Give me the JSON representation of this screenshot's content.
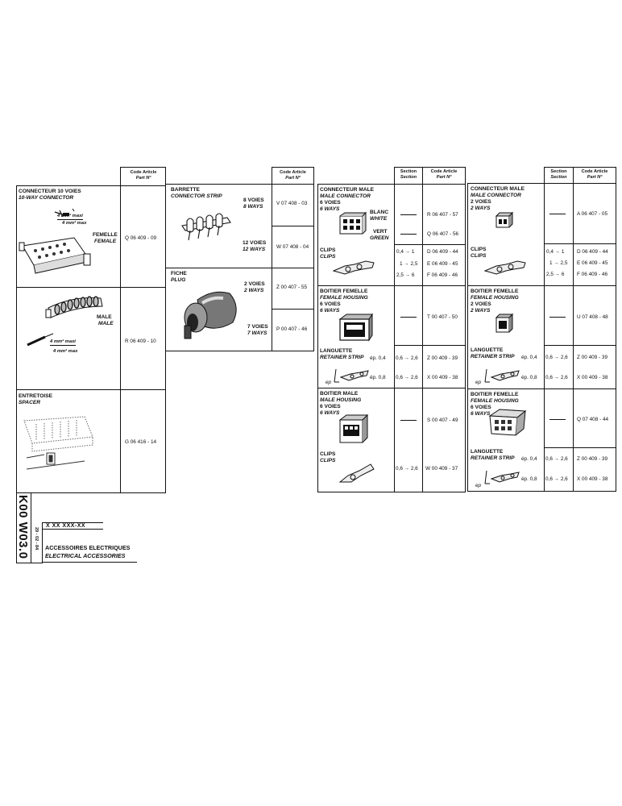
{
  "header": {
    "code_article": "Code Article",
    "part_no": "Part Nº",
    "section_fr": "Section",
    "section_en": "Section"
  },
  "panel1": {
    "title_fr": "CONNECTEUR 10 VOIES",
    "title_en": "10-WAY CONNECTOR",
    "wire_top_1": "4 mm² maxi",
    "wire_top_2": "4 mm² max",
    "femelle_fr": "FEMELLE",
    "femelle_en": "FEMALE",
    "femelle_code": "Q 06 409 - 09",
    "male_fr": "MALE",
    "male_en": "MALE",
    "male_code": "R 06 409 - 10",
    "wire_bot_1": "4 mm² maxi",
    "wire_bot_2": "4 mm² max",
    "spacer_fr": "ENTRETOISE",
    "spacer_en": "SPACER",
    "spacer_code": "G 06 416 - 14"
  },
  "panel2": {
    "strip_fr": "BARRETTE",
    "strip_en": "CONNECTOR STRIP",
    "s8_fr": "8 VOIES",
    "s8_en": "8 WAYS",
    "s8_code": "V 07 408 - 03",
    "s12_fr": "12 VOIES",
    "s12_en": "12 WAYS",
    "s12_code": "W 07 408 - 04",
    "plug_fr": "FICHE",
    "plug_en": "PLUG",
    "p2_fr": "2 VOIES",
    "p2_en": "2 WAYS",
    "p2_code": "Z 00 407 - 55",
    "p7_fr": "7 VOIES",
    "p7_en": "7 WAYS",
    "p7_code": "P 00 407 - 46"
  },
  "panel3": {
    "mc_fr": "CONNECTEUR MALE",
    "mc_en": "MALE CONNECTOR",
    "mc_ways_fr": "6 VOIES",
    "mc_ways_en": "6 WAYS",
    "blanc": "BLANC",
    "white": "WHITE",
    "blanc_code": "R 06 407 - 57",
    "vert": "VERT",
    "green": "GREEN",
    "vert_code": "Q 06 407 - 56",
    "clips_fr": "CLIPS",
    "clips_en": "CLIPS",
    "c1_sec": "0,4 → 1",
    "c1_code": "D 06 409 - 44",
    "c2_sec": "1 → 2,5",
    "c2_code": "E 06 409 - 45",
    "c3_sec": "2,5 → 6",
    "c3_code": "F 06 409 - 46",
    "fh_fr": "BOITIER FEMELLE",
    "fh_en": "FEMALE HOUSING",
    "fh_ways_fr": "6 VOIES",
    "fh_ways_en": "6 WAYS",
    "fh_code": "T 00 407 - 50",
    "rs_fr": "LANGUETTE",
    "rs_en": "RETAINER STRIP",
    "rs1_ep": "ép. 0,4",
    "rs1_sec": "0,6 → 2,6",
    "rs1_code": "Z 00 409 - 39",
    "rs2_ep": "ép. 0,8",
    "rs2_sec": "0,6 → 2,6",
    "rs2_code": "X 00 409 - 38",
    "ep": "ep",
    "mh_fr": "BOITIER MALE",
    "mh_en": "MALE HOUSING",
    "mh_ways_fr": "6 VOIES",
    "mh_ways_en": "6 WAYS",
    "mh_code": "S 00 407 - 49",
    "clips2_fr": "CLIPS",
    "clips2_en": "CLIPS",
    "cl2_sec": "0,6 → 2,6",
    "cl2_code": "W 00 409 - 37"
  },
  "panel4": {
    "mc_fr": "CONNECTEUR MALE",
    "mc_en": "MALE CONNECTOR",
    "mc_ways_fr": "2 VOIES",
    "mc_ways_en": "2 WAYS",
    "mc_code": "A 06 407 - 05",
    "clips_fr": "CLIPS",
    "clips_en": "CLIPS",
    "c1_sec": "0,4 → 1",
    "c1_code": "D 06 409 - 44",
    "c2_sec": "1 → 2,5",
    "c2_code": "E 06 409 - 45",
    "c3_sec": "2,5 → 6",
    "c3_code": "F 06 409 - 46",
    "fh_fr": "BOITIER FEMELLE",
    "fh_en": "FEMALE HOUSING",
    "fh_ways_fr": "2 VOIES",
    "fh_ways_en": "2 WAYS",
    "fh_code": "U 07 408 - 48",
    "rs_fr": "LANGUETTE",
    "rs_en": "RETAINER STRIP",
    "rs1_ep": "ép. 0,4",
    "rs1_sec": "0,6 → 2,6",
    "rs1_code": "Z 00 409 - 39",
    "rs2_ep": "ép. 0,8",
    "rs2_sec": "0,6 → 2,6",
    "rs2_code": "X 00 409 - 38",
    "ep": "ep",
    "fh6_fr": "BOITIER FEMELLE",
    "fh6_en": "FEMALE HOUSING",
    "fh6_ways_fr": "6 VOIES",
    "fh6_ways_en": "6 WAYS",
    "fh6_code": "Q 07 408 - 44",
    "rsb_fr": "LANGUETTE",
    "rsb_en": "RETAINER STRIP",
    "rsb1_ep": "ép. 0,4",
    "rsb1_sec": "0,6 → 2,6",
    "rsb1_code": "Z 00 409 - 39",
    "rsb2_ep": "ép. 0,8",
    "rsb2_sec": "0,6 → 2,6",
    "rsb2_code": "X 00 409 - 38",
    "ep2": "ep"
  },
  "titleblock": {
    "sheet_code": "K00 W03.0",
    "date": "29 - 02 - 84",
    "ref": "X XX XXX-XX",
    "title_fr": "ACCESSOIRES ELECTRIQUES",
    "title_en": "ELECTRICAL ACCESSORIES"
  }
}
